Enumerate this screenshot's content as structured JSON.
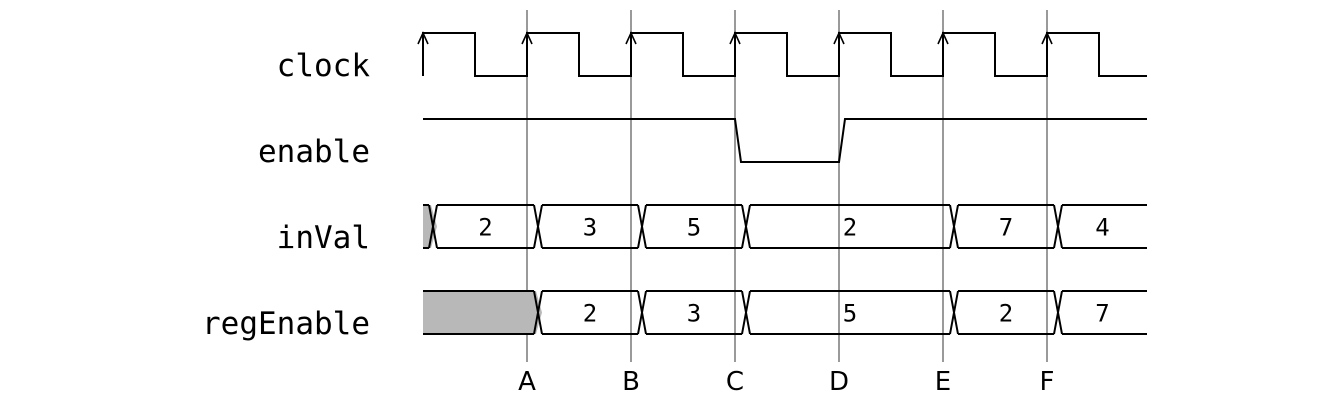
{
  "signals": {
    "clock": "clock",
    "enable": "enable",
    "inVal": "inVal",
    "regEnable": "regEnable"
  },
  "enable_wave": [
    "high",
    "high",
    "high",
    "low",
    "high",
    "high",
    "high"
  ],
  "inVal_values": [
    "",
    "2",
    "3",
    "5",
    "2",
    "7",
    "4"
  ],
  "regEnable_values": [
    "",
    "2",
    "3",
    "5",
    "2",
    "7"
  ],
  "markers": [
    "A",
    "B",
    "C",
    "D",
    "E",
    "F"
  ],
  "colors": {
    "line": "#000000",
    "guide": "#9a9a9a",
    "unknown_fill": "#b8b8b8"
  }
}
